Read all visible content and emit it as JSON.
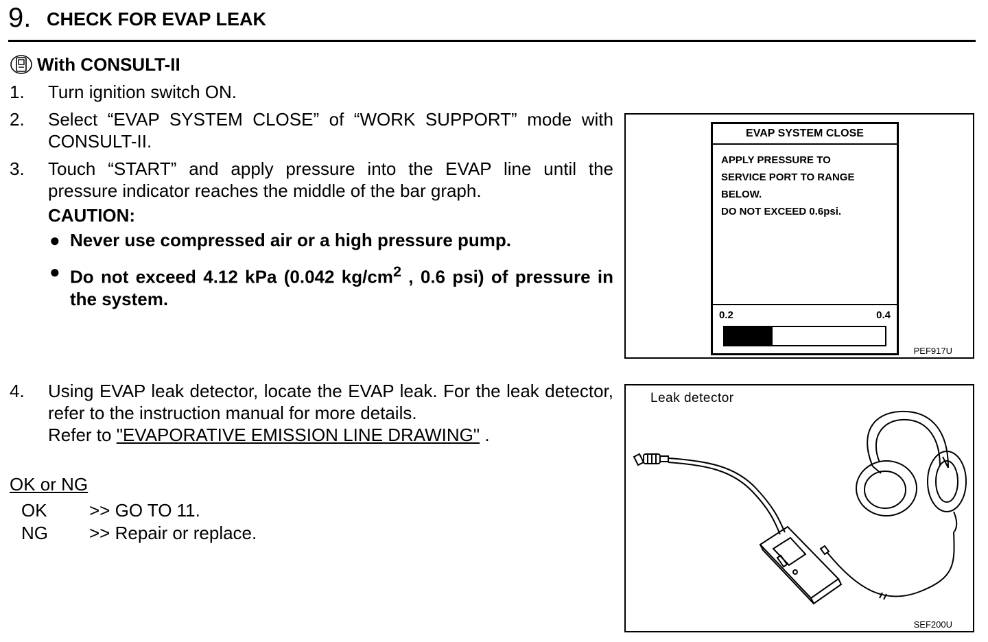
{
  "header": {
    "step_number": "9.",
    "title": "CHECK FOR EVAP LEAK"
  },
  "consult": {
    "label": "With CONSULT-II",
    "icon": "consult-tester-icon"
  },
  "steps": [
    {
      "num": "1.",
      "text": "Turn ignition switch ON."
    },
    {
      "num": "2.",
      "text": "Select “EVAP SYSTEM CLOSE” of “WORK SUPPORT” mode with CONSULT-II."
    },
    {
      "num": "3.",
      "text": "Touch “START” and apply pressure into the EVAP line until the pressure indicator reaches the middle of the bar graph."
    }
  ],
  "caution": {
    "title": "CAUTION:",
    "bullet1": "Never use compressed air or a high pressure pump.",
    "bullet2_part1": "Do not exceed 4.12 kPa (0.042 kg/cm",
    "bullet2_sup": "2",
    "bullet2_part2": " , 0.6 psi) of pressure in the system."
  },
  "step4": {
    "num": "4.",
    "text": "Using EVAP leak detector, locate the EVAP leak. For the leak detector, refer to the instruction manual for more details.",
    "refer_prefix": "Refer to ",
    "link": "\"EVAPORATIVE EMISSION LINE DRAWING\"",
    "refer_suffix": " ."
  },
  "result": {
    "title": "OK or NG",
    "rows": [
      {
        "key": "OK",
        "value": ">> GO TO 11."
      },
      {
        "key": "NG",
        "value": ">> Repair or replace."
      }
    ]
  },
  "figure1": {
    "screen_title": "EVAP SYSTEM CLOSE",
    "message_lines": [
      "APPLY PRESSURE TO",
      "SERVICE PORT TO RANGE",
      "BELOW.",
      "DO NOT EXCEED 0.6psi."
    ],
    "scale_min": "0.2",
    "scale_max": "0.4",
    "bar_level": 0.3,
    "code": "PEF917U"
  },
  "figure2": {
    "label": "Leak detector",
    "code": "SEF200U"
  }
}
